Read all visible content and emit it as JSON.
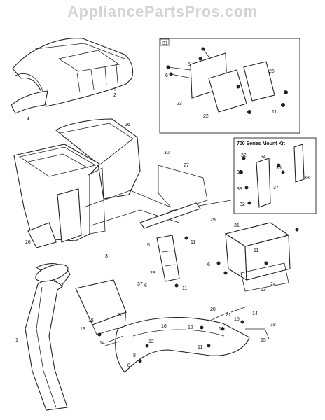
{
  "watermark": "AppliancePartsPros.com",
  "kit_label": "700 Series Mount Kit",
  "inset_label": "31",
  "callouts": {
    "c1": "1",
    "c2": "2",
    "c3": "3",
    "c4": "4",
    "c5": "5",
    "c5b": "5",
    "c6": "6",
    "c6b": "6",
    "c8": "8",
    "c8b": "8",
    "c10": "10",
    "c10b": "10",
    "c11": "11",
    "c11b": "11",
    "c11c": "11",
    "c11d": "11",
    "c11e": "11",
    "c12": "12",
    "c12b": "12",
    "c13": "13",
    "c14": "14",
    "c14b": "14",
    "c15": "15",
    "c15b": "15",
    "c16": "16",
    "c17": "17",
    "c18": "18",
    "c19": "19",
    "c20": "20",
    "c21": "21",
    "c22": "22",
    "c23": "23",
    "c24": "24",
    "c25": "25",
    "c26": "26",
    "c26b": "26",
    "c27": "27",
    "c28": "28",
    "c29": "29",
    "c30": "30",
    "c31": "31",
    "c32": "32",
    "c33": "33",
    "c34": "34",
    "c35": "35",
    "c36": "36",
    "c37": "37",
    "c37b": "37",
    "c38": "38"
  }
}
